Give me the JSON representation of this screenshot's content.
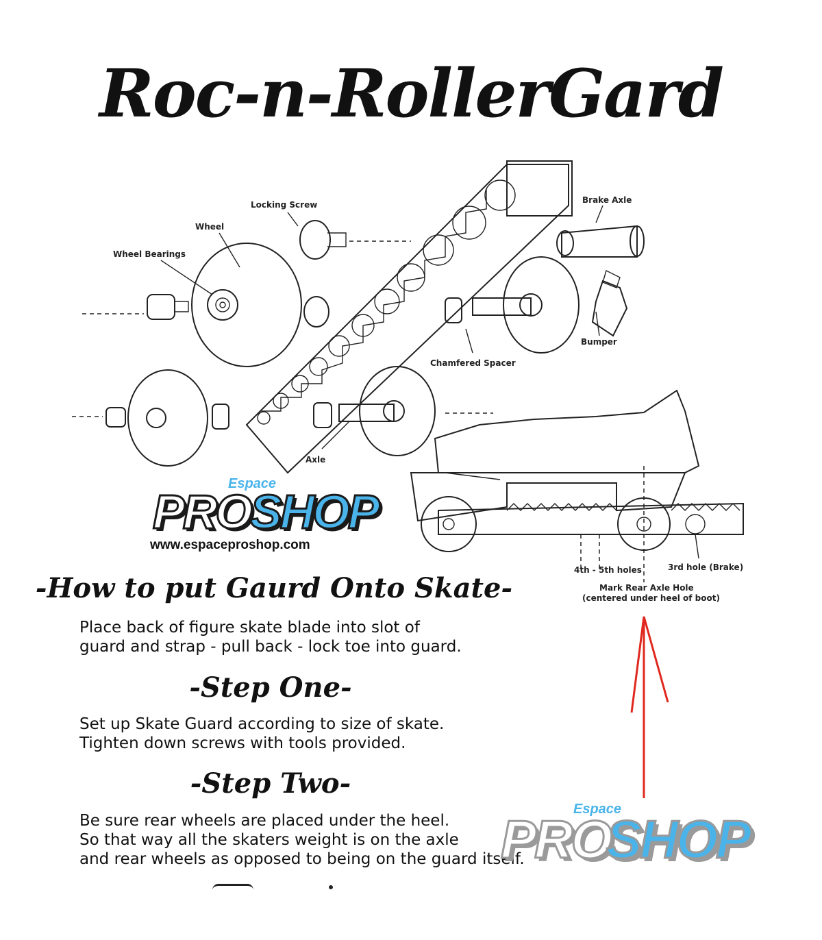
{
  "title": "Roc-n-RollerGard",
  "diagram_labels": {
    "locking_screw": "Locking Screw",
    "wheel": "Wheel",
    "wheel_bearings": "Wheel Bearings",
    "brake_axle": "Brake Axle",
    "bumper": "Bumper",
    "chamfered_spacer": "Chamfered Spacer",
    "axle": "Axle",
    "holes_4_5": "4th - 5th holes",
    "hole_3": "3rd hole (Brake)",
    "mark_rear_line1": "Mark Rear Axle Hole",
    "mark_rear_line2": "(centered under heel of boot)"
  },
  "logo": {
    "espace": "Espace",
    "pro": "PRO",
    "shop": "SHOP",
    "url": "www.espaceproshop.com"
  },
  "sections": [
    {
      "heading": "-How to put Gaurd Onto Skate-",
      "lines": [
        "Place back of figure skate blade into slot of",
        "guard and strap - pull back - lock toe into guard."
      ]
    },
    {
      "heading": "-Step One-",
      "lines": [
        "Set up Skate Guard according to size of skate.",
        "Tighten down screws with tools provided."
      ]
    },
    {
      "heading": "-Step Two-",
      "lines": [
        "Be sure rear wheels are placed under the heel.",
        "So that way all the skaters weight is on the axle",
        "and rear wheels as opposed to being on the guard itself."
      ]
    }
  ],
  "colors": {
    "arrow": "#e0281e",
    "logo_blue": "#4ab4ea",
    "logo_dark": "#1a1a1a"
  }
}
